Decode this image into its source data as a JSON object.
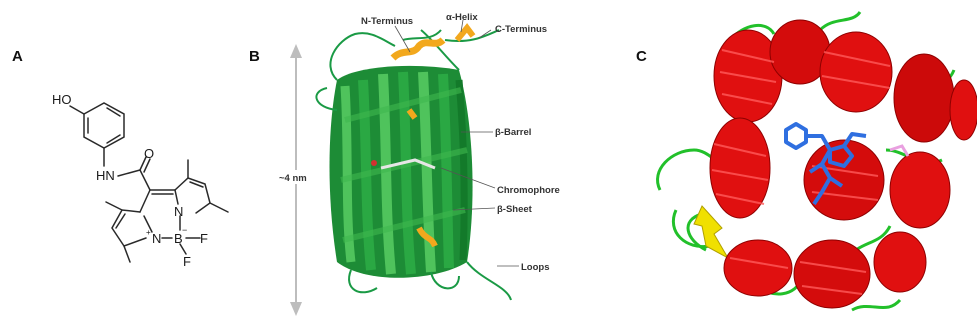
{
  "panel_a": {
    "letter": "A",
    "atoms": {
      "hydroxyl": "HO",
      "amide_nh": "HN",
      "carbonyl_o": "O",
      "n_right": "N",
      "n_left": "N",
      "plus": "+",
      "boron": "B",
      "minus": "−",
      "fluorine_1": "F",
      "fluorine_2": "F"
    }
  },
  "panel_b": {
    "letter": "B",
    "scale_label": "~4 nm",
    "labels": {
      "n_terminus": "N-Terminus",
      "alpha_helix": "α-Helix",
      "c_terminus": "C-Terminus",
      "beta_barrel": "β-Barrel",
      "chromophore": "Chromophore",
      "beta_sheet": "β-Sheet",
      "loops": "Loops"
    },
    "colors": {
      "strand": "#1f9a3c",
      "strand_dark": "#137a2a",
      "helix": "#f2a81d",
      "arrow": "#b9b9b9"
    }
  },
  "panel_c": {
    "letter": "C",
    "colors": {
      "helix": "#e01010",
      "loop": "#22c02a",
      "ligand": "#2f6fe0",
      "sheet": "#f0e000"
    }
  }
}
